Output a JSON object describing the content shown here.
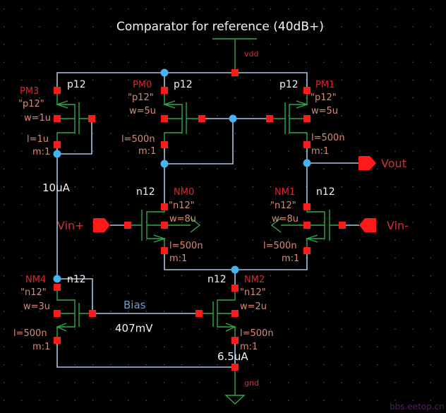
{
  "title": "Comparator for reference (40dB+)",
  "nets": {
    "vdd": "vdd",
    "gnd": "gnd",
    "bias": "Bias",
    "bias_voltage": "407mV",
    "current_ref": "10uA",
    "current_tail": "6.5uA"
  },
  "pins": {
    "vin_plus": "Vin+",
    "vin_minus": "Vin-",
    "vout": "Vout"
  },
  "transistors": [
    {
      "name": "PM3",
      "model_tag": "p12",
      "model": "\"p12\"",
      "w": "w=1u",
      "l": "l=1u",
      "m": "m:1"
    },
    {
      "name": "PM0",
      "model_tag": "p12",
      "model": "\"p12\"",
      "w": "w=5u",
      "l": "l=500n",
      "m": "m:1"
    },
    {
      "name": "PM1",
      "model_tag": "p12",
      "model": "\"p12\"",
      "w": "w=5u",
      "l": "l=500n",
      "m": "m:1"
    },
    {
      "name": "NM0",
      "model_tag": "n12",
      "model": "\"n12\"",
      "w": "w=8u",
      "l": "l=500n",
      "m": "m:1"
    },
    {
      "name": "NM1",
      "model_tag": "n12",
      "model": "\"n12\"",
      "w": "w=8u",
      "l": "l=500n",
      "m": "m:1"
    },
    {
      "name": "NM4",
      "model_tag": "n12",
      "model": "\"n12\"",
      "w": "w=3u",
      "l": "l=500n",
      "m": "m:1"
    },
    {
      "name": "NM2",
      "model_tag": "n12",
      "model": "\"n12\"",
      "w": "w=2u",
      "l": "l=500n",
      "m": "m:1"
    }
  ],
  "watermark": "bbs.eetop.cn",
  "colors": {
    "background": "#000000",
    "wire": "#a9c3df",
    "symbol": "#2fa84a",
    "pin": "#ff1a1a",
    "node": "#45b4f0",
    "instance_label": "#e0242b"
  }
}
